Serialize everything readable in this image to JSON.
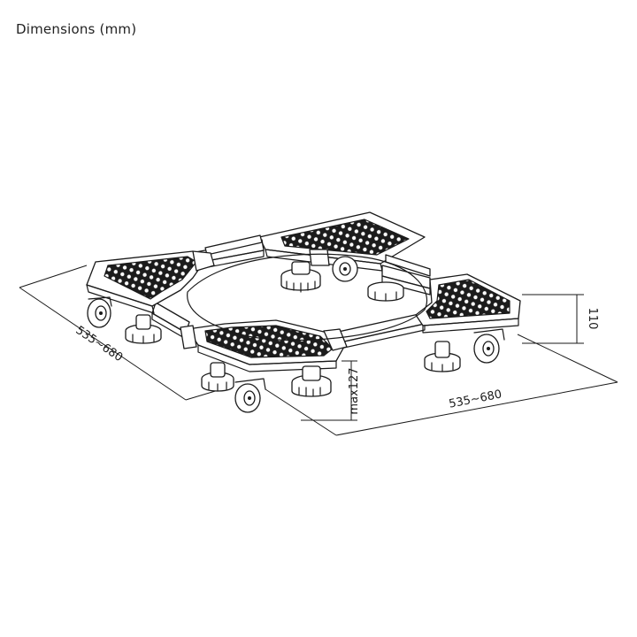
{
  "title": "Dimensions (mm)",
  "dimensions": {
    "height": "110",
    "depth": "535~680",
    "width": "535~680",
    "max_height": "max127"
  },
  "colors": {
    "line": "#1a1a1a",
    "background": "#ffffff"
  }
}
